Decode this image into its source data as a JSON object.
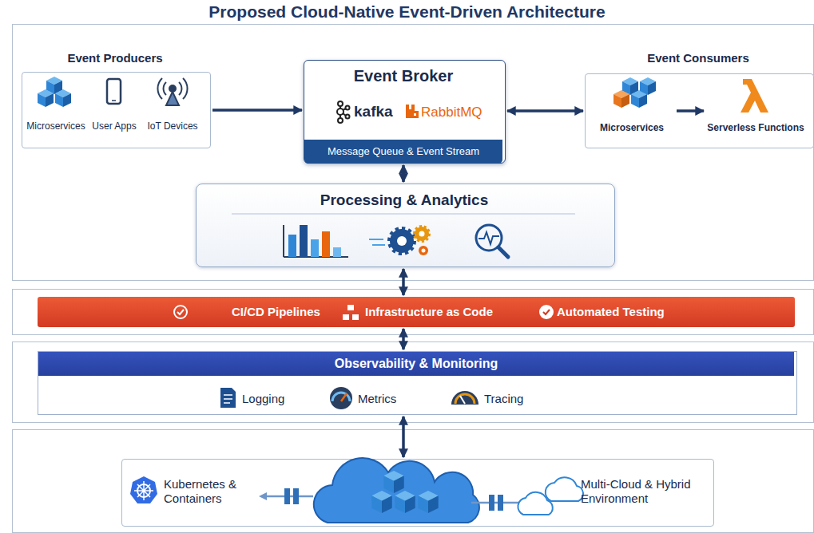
{
  "diagram": {
    "title": "Proposed Cloud-Native Event-Driven Architecture",
    "nodes": [
      {
        "text": [
          "Event Producers",
          "Microservices",
          "User Apps",
          "IoT Devices"
        ]
      },
      {
        "text": [
          "Event Broker",
          "kafka",
          "RabbitMQ",
          "Message Queue & Event Stream"
        ]
      },
      {
        "text": [
          "Event Consumers"
        ]
      },
      {
        "text": [
          "Microservices"
        ],
        "in": 2
      },
      {
        "text": [
          "Serverless Functions"
        ],
        "in": 2
      },
      {
        "text": [
          "Processing & Analytics"
        ]
      },
      {
        "text": [
          "CI/CD Pipelines",
          "Infrastructure as Code",
          "Automated Testing"
        ]
      },
      {
        "text": [
          "Observability & Monitoring",
          "Logging",
          "Metrics",
          "Tracing"
        ]
      },
      {
        "text": [
          "Kubernetes & Containers",
          "Multi-Cloud & Hybrid Environment"
        ]
      }
    ],
    "edges": [
      {
        "from": 0,
        "to": 1,
        "arrow": "to"
      },
      {
        "from": 1,
        "to": 2,
        "arrow": "both"
      },
      {
        "from": 3,
        "to": 4,
        "arrow": "to"
      },
      {
        "from": 1,
        "to": 5,
        "arrow": "both"
      },
      {
        "from": 5,
        "to": 6,
        "arrow": "both"
      },
      {
        "from": 6,
        "to": 7,
        "arrow": "both"
      },
      {
        "from": 7,
        "to": 8,
        "arrow": "both"
      }
    ]
  }
}
